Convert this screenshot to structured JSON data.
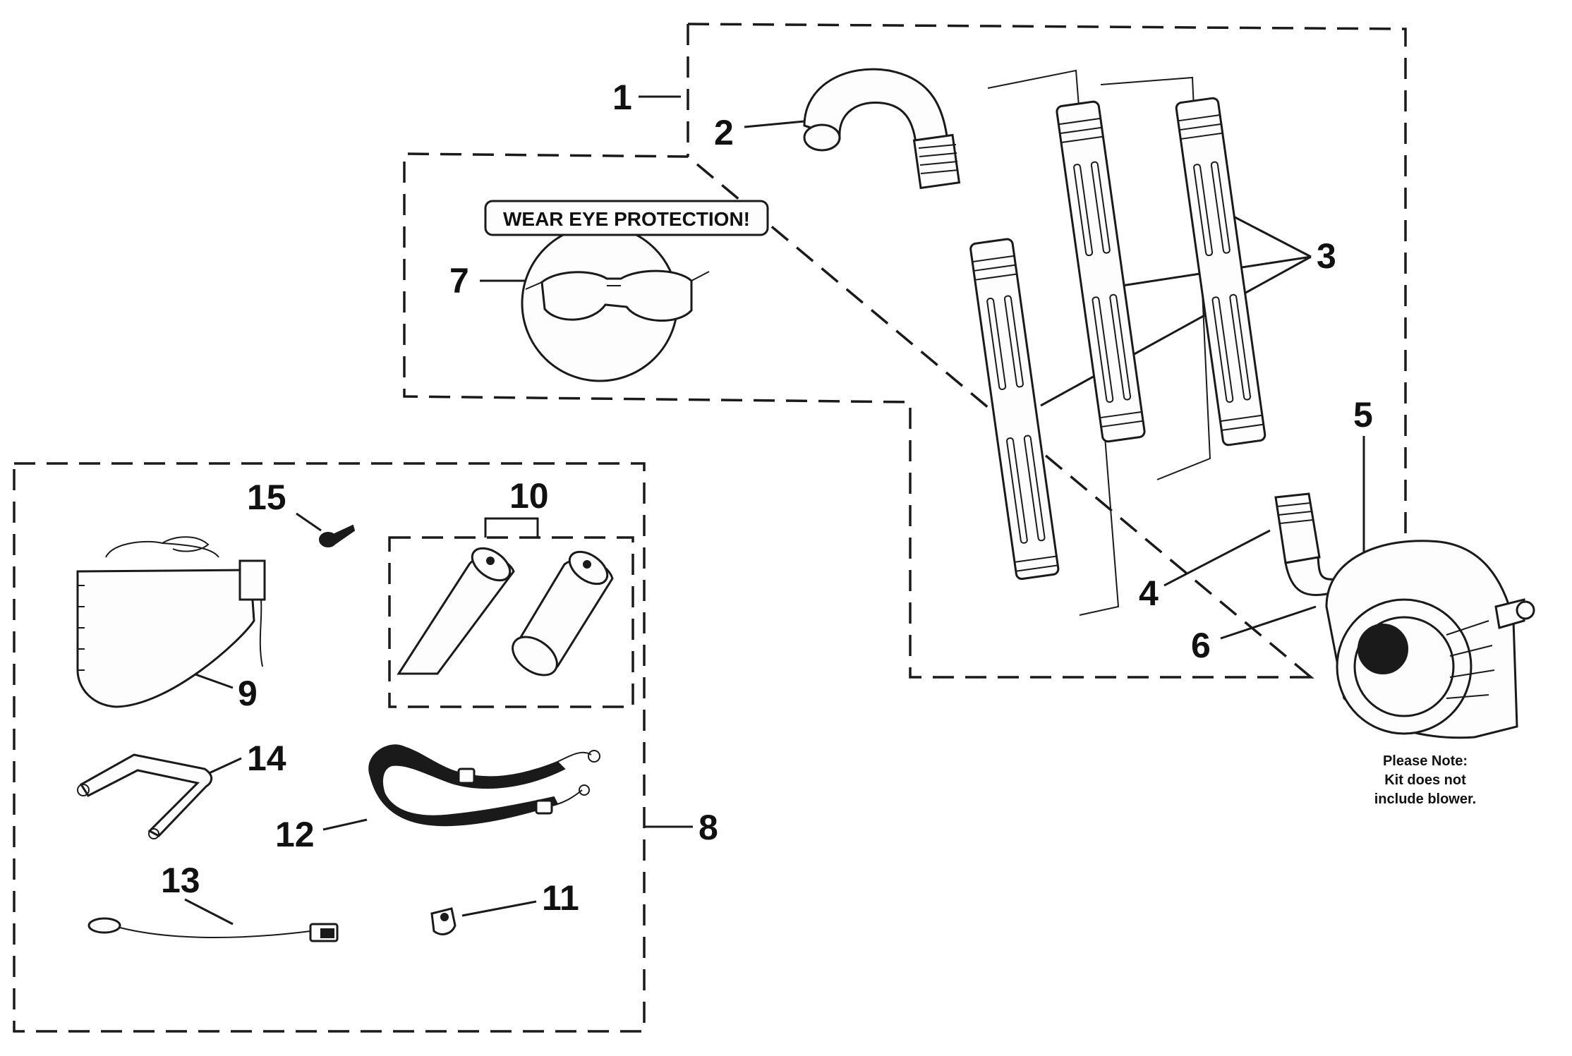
{
  "callouts": {
    "c1": "1",
    "c2": "2",
    "c3": "3",
    "c4": "4",
    "c5": "5",
    "c6": "6",
    "c7": "7",
    "c8": "8",
    "c9": "9",
    "c10": "10",
    "c11": "11",
    "c12": "12",
    "c13": "13",
    "c14": "14",
    "c15": "15"
  },
  "warning_label": "WEAR EYE PROTECTION!",
  "note": {
    "line1": "Please Note:",
    "line2": "Kit does not",
    "line3": "include blower."
  },
  "icons": [
    "safety-glasses-icon",
    "blower-icon",
    "tube-icon",
    "nozzle-icon",
    "face-shield-icon",
    "shoulder-strap-icon",
    "screw-icon",
    "clip-icon",
    "handle-bracket-icon",
    "tether-cord-icon",
    "elbow-tube-icon"
  ],
  "colors": {
    "ink": "#1a1a1a",
    "paper": "#ffffff"
  }
}
